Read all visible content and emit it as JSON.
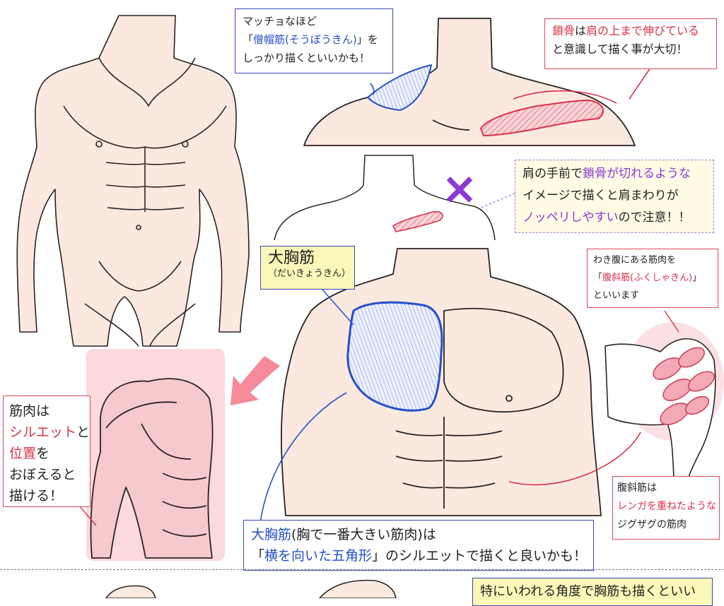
{
  "callouts": {
    "trapezius": {
      "line1": "マッチョなほど",
      "line2_pre": "「",
      "line2_hl": "僧帽筋(そうぼうきん)",
      "line2_post": "」を",
      "line3": "しっかり描くといいかも！"
    },
    "clavicle": {
      "line1_hl1": "鎖骨",
      "line1_mid": "は",
      "line1_hl2": "肩の上まで伸びている",
      "line2": "と意識して描く事が大切！"
    },
    "warning": {
      "line1_pre": "肩の手前で",
      "line1_hl": "鎖骨が切れるような",
      "line2": "イメージで描くと肩まわりが",
      "line3_hl": "ノッペリしやすい",
      "line3_post": "ので注意！！"
    },
    "pectoral_label": {
      "title": "大胸筋",
      "reading": "（だいきょうきん）"
    },
    "oblique": {
      "line1": "わき腹にある筋肉を",
      "line2_pre": "「",
      "line2_hl": "腹斜筋(ふくしゃきん)",
      "line2_post": "」",
      "line3": "といいます"
    },
    "oblique_note": {
      "line1": "腹斜筋は",
      "line2_hl": "レンガを重ねたような",
      "line3": "ジグザグの筋肉"
    },
    "silhouette": {
      "line1": "筋肉は",
      "line2_hl": "シルエット",
      "line2_post": "と",
      "line3_hl": "位置",
      "line3_post": "を",
      "line4": "おぼえると",
      "line5": "描ける！"
    },
    "pectoral_shape": {
      "line1_hl": "大胸筋",
      "line1_post": "(胸で一番大きい筋肉)は",
      "line2_pre": "「",
      "line2_hl": "横を向いた五角形",
      "line2_post": "」のシルエットで描くと良いかも！"
    },
    "bottom_cut": "特にいわれる角度で胸筋も描くといい"
  },
  "marks": {
    "wrong_mark": "×"
  },
  "colors": {
    "skin": "#fbe9df",
    "outline": "#2a2326",
    "blue_accent": "#2450c8",
    "red_accent": "#d8324a",
    "pink_fill": "#f6c9cd",
    "purple_mark": "#8a3ad0"
  }
}
